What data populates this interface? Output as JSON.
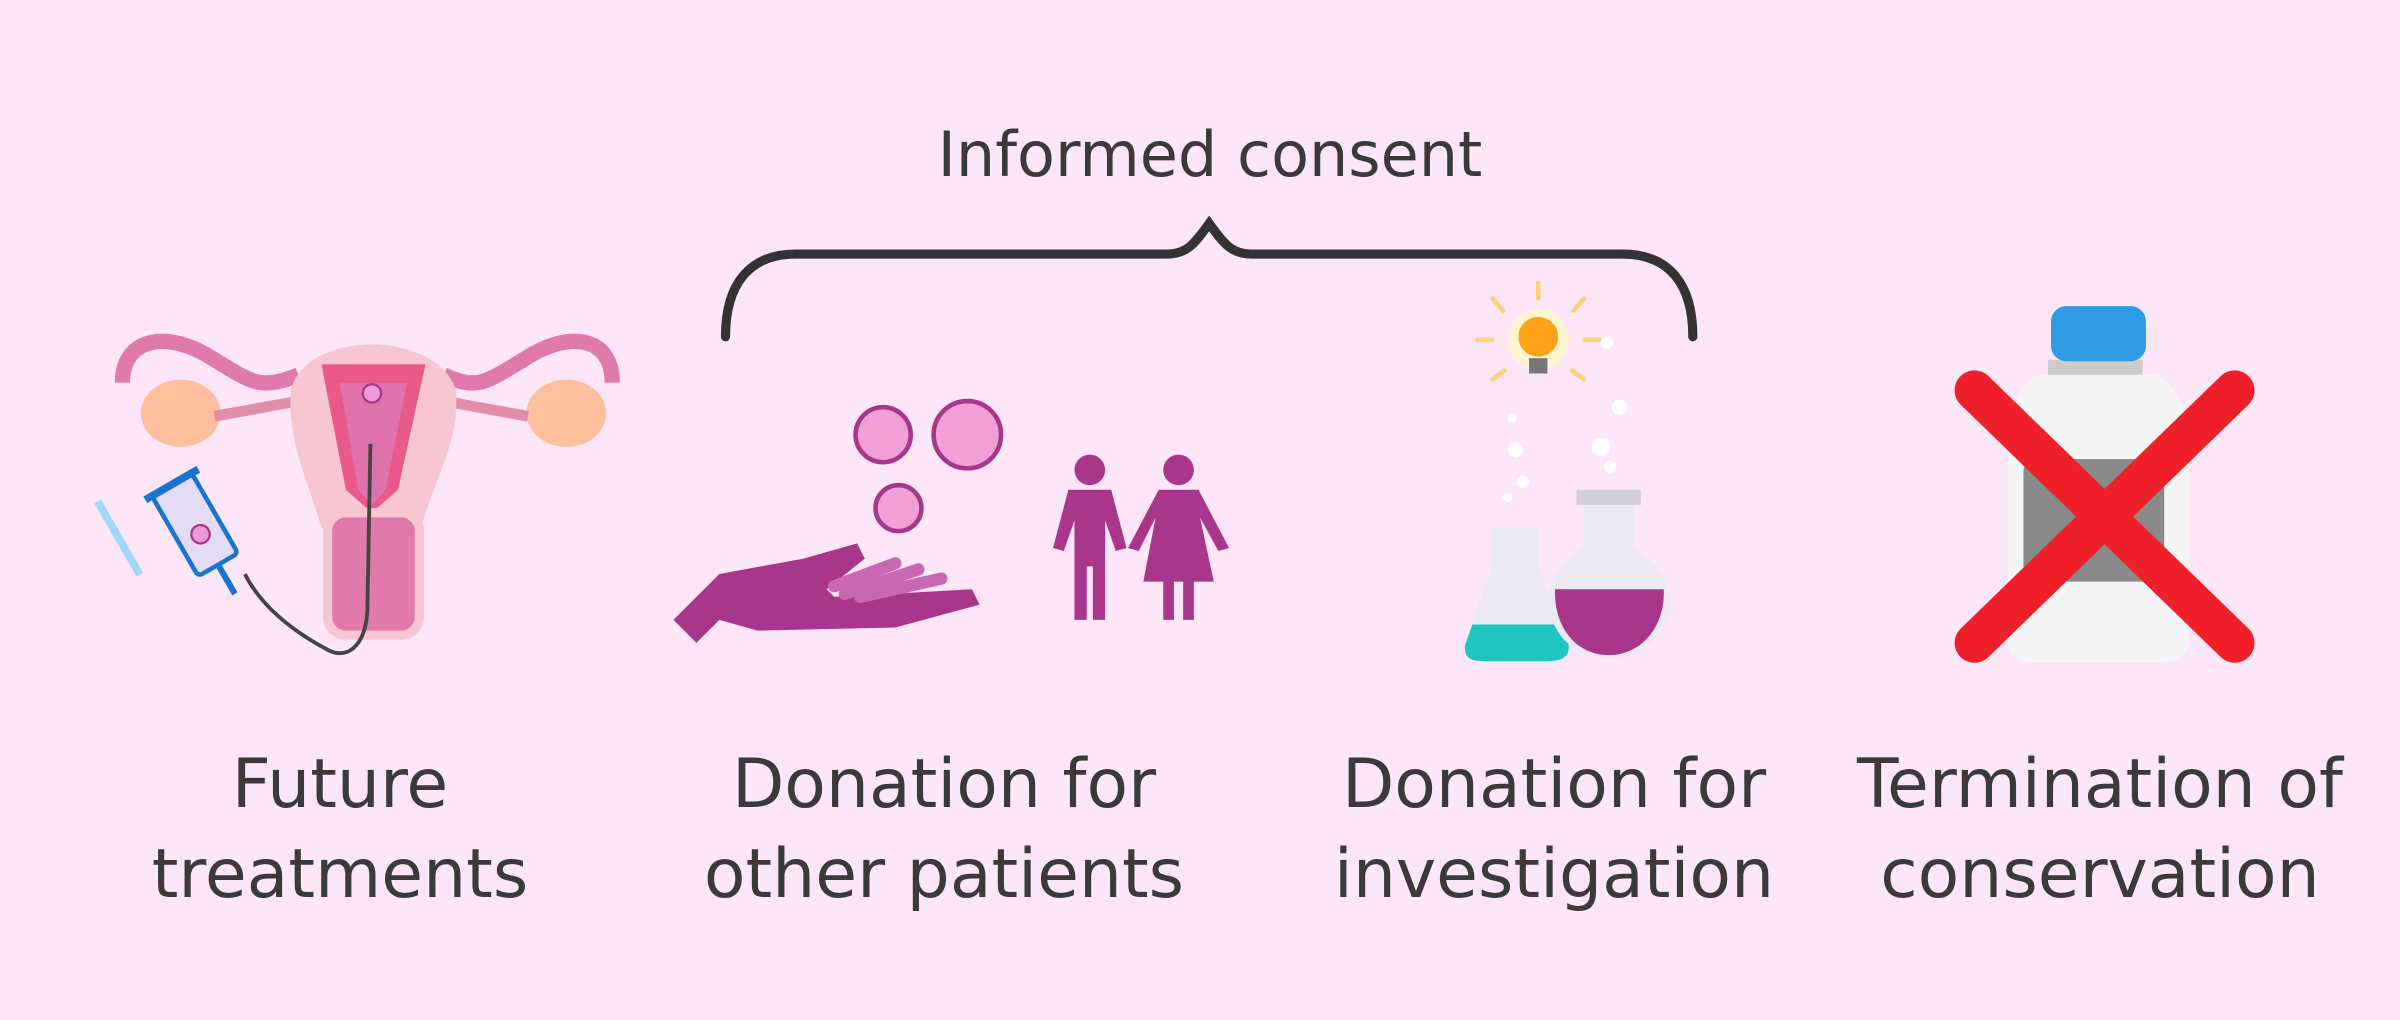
{
  "title": "Informed consent",
  "options": [
    {
      "line1": "Future",
      "line2": "treatments",
      "icon": "uterus-insemination-icon"
    },
    {
      "line1": "Donation for",
      "line2": "other patients",
      "icon": "embryo-donation-icon"
    },
    {
      "line1": "Donation for",
      "line2": "investigation",
      "icon": "lab-flask-icon"
    },
    {
      "line1": "Termination of",
      "line2": "conservation",
      "icon": "crossed-cryotank-icon"
    }
  ],
  "colors": {
    "background": "#fde6f8",
    "purple": "#a8368a",
    "red": "#f0202a",
    "text": "#3a3a3a"
  }
}
